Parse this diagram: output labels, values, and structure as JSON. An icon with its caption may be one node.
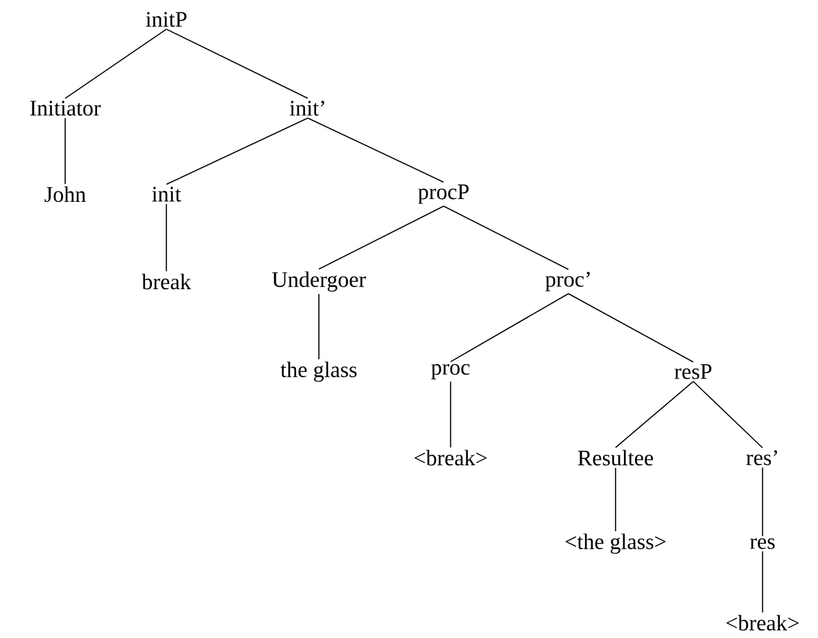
{
  "diagram": {
    "nodes": [
      {
        "text": [
          "initP"
        ]
      },
      {
        "text": [
          "Initiator"
        ]
      },
      {
        "text": [
          "init’"
        ]
      },
      {
        "text": [
          "John"
        ]
      },
      {
        "text": [
          "init"
        ]
      },
      {
        "text": [
          "procP"
        ]
      },
      {
        "text": [
          "break"
        ]
      },
      {
        "text": [
          "Undergoer"
        ]
      },
      {
        "text": [
          "proc’"
        ]
      },
      {
        "text": [
          "the glass"
        ]
      },
      {
        "text": [
          "proc"
        ]
      },
      {
        "text": [
          "resP"
        ]
      },
      {
        "text": [
          "<break>"
        ]
      },
      {
        "text": [
          "Resultee"
        ]
      },
      {
        "text": [
          "res’"
        ]
      },
      {
        "text": [
          "<the glass>"
        ]
      },
      {
        "text": [
          "res"
        ]
      },
      {
        "text": [
          "<break>"
        ]
      }
    ],
    "edges": [
      {
        "from": 0,
        "to": 1,
        "arrow": "none"
      },
      {
        "from": 0,
        "to": 2,
        "arrow": "none"
      },
      {
        "from": 1,
        "to": 3,
        "arrow": "none"
      },
      {
        "from": 2,
        "to": 4,
        "arrow": "none"
      },
      {
        "from": 2,
        "to": 5,
        "arrow": "none"
      },
      {
        "from": 4,
        "to": 6,
        "arrow": "none"
      },
      {
        "from": 5,
        "to": 7,
        "arrow": "none"
      },
      {
        "from": 5,
        "to": 8,
        "arrow": "none"
      },
      {
        "from": 7,
        "to": 9,
        "arrow": "none"
      },
      {
        "from": 8,
        "to": 10,
        "arrow": "none"
      },
      {
        "from": 8,
        "to": 11,
        "arrow": "none"
      },
      {
        "from": 10,
        "to": 12,
        "arrow": "none"
      },
      {
        "from": 11,
        "to": 13,
        "arrow": "none"
      },
      {
        "from": 11,
        "to": 14,
        "arrow": "none"
      },
      {
        "from": 13,
        "to": 15,
        "arrow": "none"
      },
      {
        "from": 14,
        "to": 16,
        "arrow": "none"
      },
      {
        "from": 16,
        "to": 17,
        "arrow": "none"
      }
    ]
  }
}
